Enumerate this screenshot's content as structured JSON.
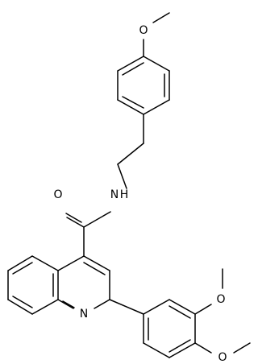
{
  "molecule": {
    "atom_labels": {
      "methoxy_o_top": "O",
      "carbonyl_o": "O",
      "amide_nh": "N",
      "amide_h": "H",
      "quinoline_n": "N",
      "methoxy_o_meta": "O",
      "methoxy_o_para": "O"
    }
  }
}
